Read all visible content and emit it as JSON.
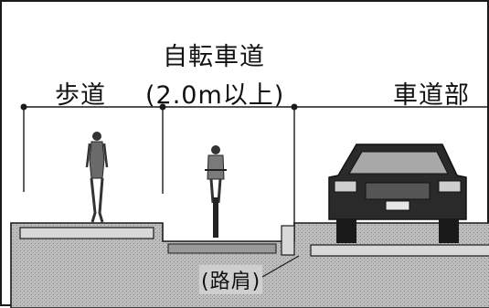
{
  "labels": {
    "sidewalk": "歩道",
    "bike_lane_title": "自転車道",
    "bike_lane_width": "(2.0m以上)",
    "roadway": "車道部",
    "shoulder": "(路肩)"
  },
  "colors": {
    "line": "#1a1a1a",
    "ground": "#b8b8b8",
    "ground_dark": "#8c8c8c",
    "car_body": "#2a2a2a",
    "background": "#ffffff"
  },
  "icons": [
    "pedestrian-icon",
    "cyclist-icon",
    "car-icon"
  ]
}
